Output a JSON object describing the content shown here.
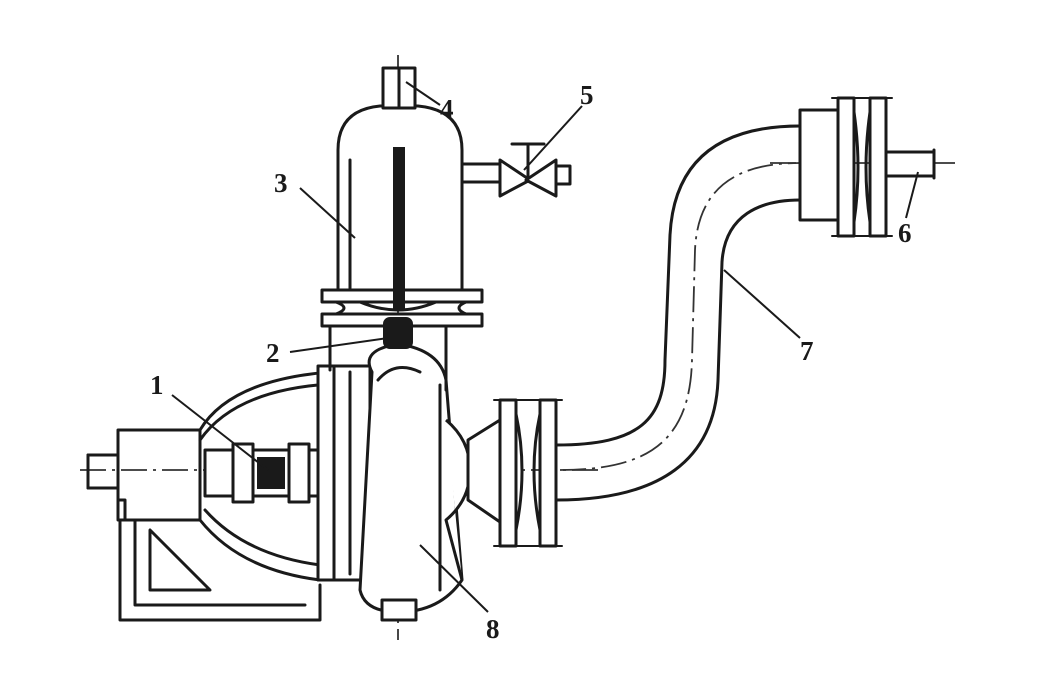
{
  "diagram": {
    "callouts": [
      {
        "id": "c1",
        "text": "1"
      },
      {
        "id": "c2",
        "text": "2"
      },
      {
        "id": "c3",
        "text": "3"
      },
      {
        "id": "c4",
        "text": "4"
      },
      {
        "id": "c5",
        "text": "5"
      },
      {
        "id": "c6",
        "text": "6"
      },
      {
        "id": "c7",
        "text": "7"
      },
      {
        "id": "c8",
        "text": "8"
      }
    ]
  }
}
